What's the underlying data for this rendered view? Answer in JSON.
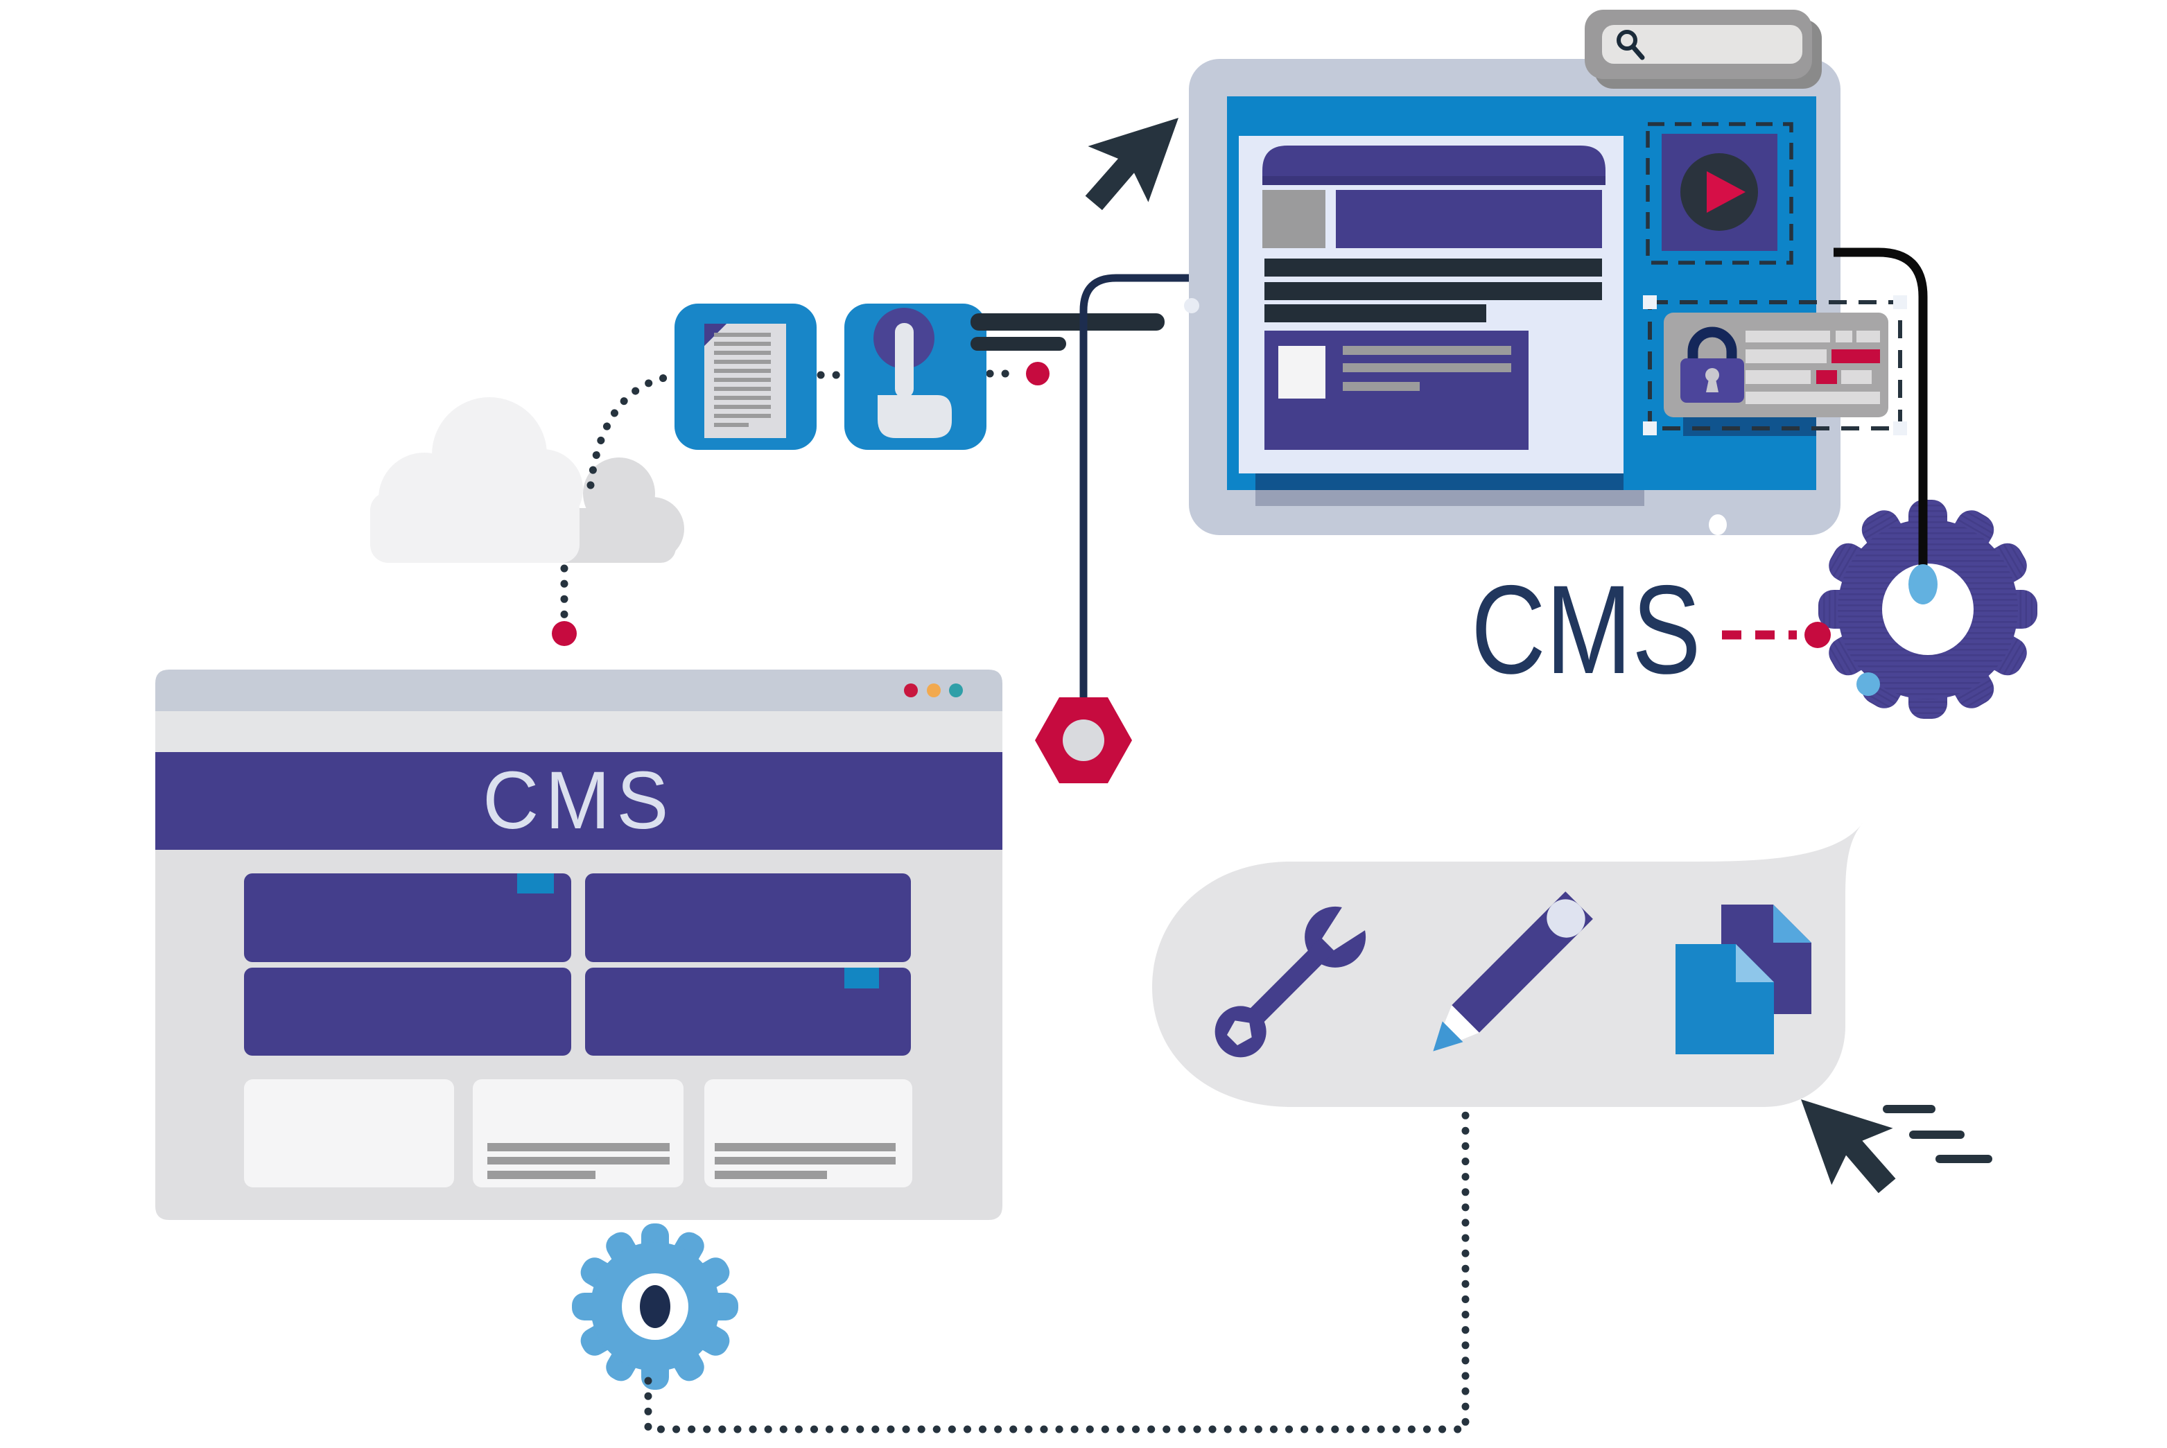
{
  "labels": {
    "window_header": "CMS",
    "system_label": "CMS"
  },
  "colors": {
    "purple": "#443e8c",
    "purpleDark": "#3a357b",
    "gearPurple": "#4a4494",
    "blue": "#0d84c8",
    "blueIcon": "#1886c8",
    "blueTag": "#1386c2",
    "skyBlue": "#5ba7d9",
    "skyLight": "#62b1e0",
    "crimson": "#c60b3f",
    "playRed": "#d60f47",
    "navy": "#21375e",
    "ink": "#26333e",
    "inkLine": "#1d2d4f",
    "black": "#0b0b0b",
    "bezel": "#c3cad9",
    "pageBg": "#e3e9f8",
    "titleBar": "#c6ccd7",
    "stripGray": "#e4e5e7",
    "bodyGray": "#dfdfe1",
    "cardWhite": "#f5f5f6",
    "lineGray": "#9b9b9c",
    "darkBar": "#232e38",
    "cloudLight": "#f2f2f3",
    "cloudDark": "#dcdcde",
    "bubbleGray": "#e4e4e6",
    "searchOuter": "#9b9a9b",
    "searchShadow": "#8a8a8a",
    "searchField": "#e5e4e3",
    "cardGray": "#a7a6a7",
    "lockNavy": "#14275a",
    "lockPurple": "#4c459b",
    "lightBar": "#dcdbdc",
    "handGray": "#e4e7ec",
    "docPage": "#dcdce0",
    "shadowBlue": "#10548e",
    "shadowGray": "#98a0b6",
    "trafficRed": "#c8173f",
    "trafficOrange": "#f2a94e",
    "trafficTeal": "#2f9fa8",
    "foldBlue": "#55a7de",
    "foldBlueLight": "#8ec6ea",
    "pencilTip": "#3f97d4",
    "pencilCap": "#dfe3f0",
    "headerText": "#dbe0ee",
    "hexHole": "#d9dade",
    "handle": "#eef2f8"
  },
  "icons": {
    "search": "magnifier-icon",
    "document": "document-icon",
    "touch": "tap-finger-icon",
    "cloud": "cloud-icon",
    "video": "play-button-icon",
    "security": "lock-icon",
    "settings_large": "gear-icon",
    "settings_small": "gear-icon",
    "tools": [
      "wrench-icon",
      "pencil-icon",
      "copy-documents-icon"
    ],
    "cursors": [
      "arrow-cursor-up-right",
      "arrow-cursor-moving"
    ]
  },
  "window": {
    "traffic_lights": [
      "red",
      "orange",
      "teal"
    ],
    "content_blocks": 4,
    "cards": 3,
    "tagged_blocks": [
      1,
      4
    ]
  }
}
